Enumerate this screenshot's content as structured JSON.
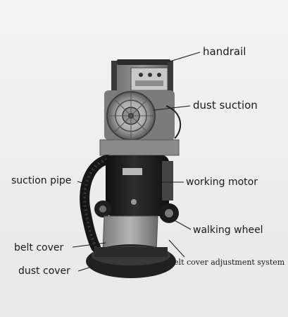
{
  "labels": {
    "handrail": "handrail",
    "dust_suction": "dust suction",
    "suction_pipe": "suction pipe",
    "working_motor": "working motor",
    "walking_wheel": "walking wheel",
    "belt_cover": "belt cover",
    "belt_cover_adjustment_system": "belt cover adjustment system",
    "dust_cover": "dust cover"
  }
}
